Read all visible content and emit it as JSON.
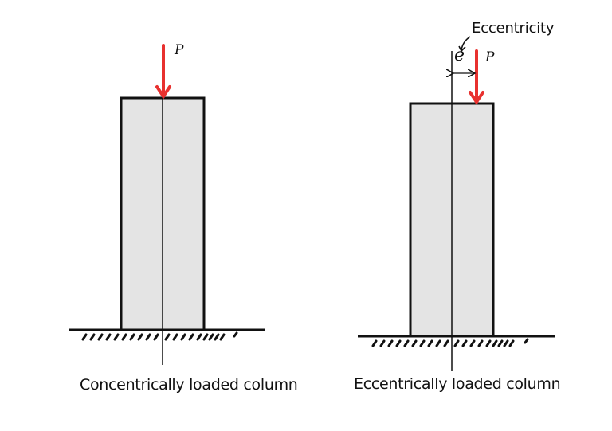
{
  "figure": {
    "left": {
      "load_label": "P",
      "caption": "Concentrically loaded column"
    },
    "right": {
      "load_label": "P",
      "eccentricity_symbol": "e",
      "eccentricity_annotation": "Eccentricity",
      "caption": "Eccentrically loaded column"
    },
    "colors": {
      "column_fill": "#e4e4e4",
      "outline": "#111111",
      "load_arrow": "#e8312f"
    }
  }
}
